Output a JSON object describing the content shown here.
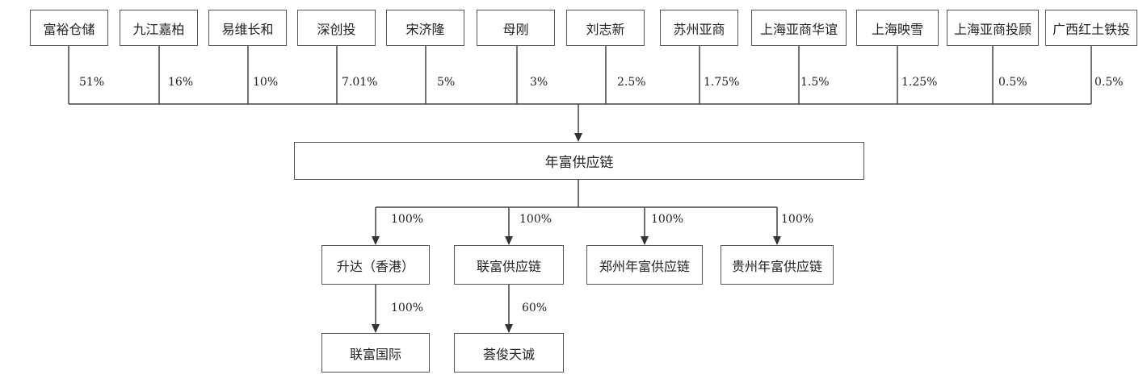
{
  "shareholders": [
    {
      "name": "富裕仓储",
      "pct": "51%"
    },
    {
      "name": "九江嘉柏",
      "pct": "16%"
    },
    {
      "name": "易维长和",
      "pct": "10%"
    },
    {
      "name": "深创投",
      "pct": "7.01%"
    },
    {
      "name": "宋济隆",
      "pct": "5%"
    },
    {
      "name": "母刚",
      "pct": "3%"
    },
    {
      "name": "刘志新",
      "pct": "2.5%"
    },
    {
      "name": "苏州亚商",
      "pct": "1.75%"
    },
    {
      "name": "上海亚商华谊",
      "pct": "1.5%"
    },
    {
      "name": "上海映雪",
      "pct": "1.25%"
    },
    {
      "name": "上海亚商投顾",
      "pct": "0.5%"
    },
    {
      "name": "广西红土铁投",
      "pct": "0.5%"
    }
  ],
  "company": "年富供应链",
  "subsidiaries": [
    {
      "name": "升达（香港）",
      "pct": "100%"
    },
    {
      "name": "联富供应链",
      "pct": "100%"
    },
    {
      "name": "郑州年富供应链",
      "pct": "100%"
    },
    {
      "name": "贵州年富供应链",
      "pct": "100%"
    }
  ],
  "sub_subsidiaries": [
    {
      "name": "联富国际",
      "pct": "100%"
    },
    {
      "name": "荟俊天诚",
      "pct": "60%"
    }
  ]
}
